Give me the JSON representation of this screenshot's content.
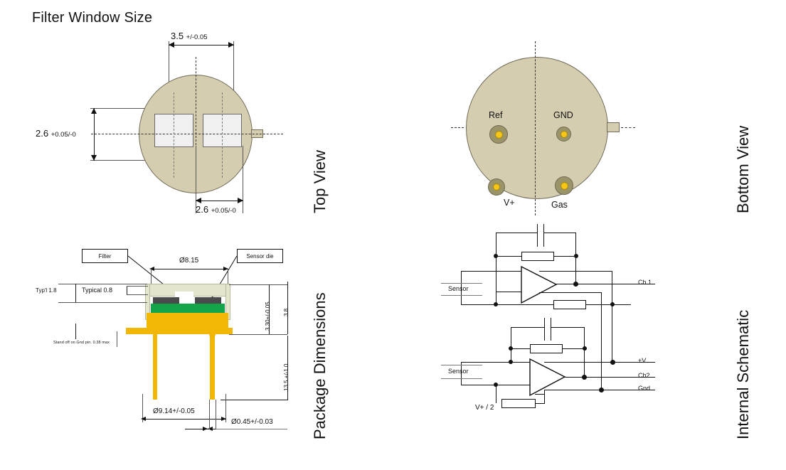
{
  "page": {
    "title": "Filter Window Size"
  },
  "sections": {
    "top_view": {
      "caption": "Top View",
      "dimensions": {
        "width_3_5": {
          "value": "3.5",
          "tolerance": "+/-0.05"
        },
        "height_2_6": {
          "value": "2.6",
          "tolerance": "+0.05/-0"
        },
        "window_2_6": {
          "value": "2.6",
          "tolerance": "+0.05/-0"
        }
      }
    },
    "bottom_view": {
      "caption": "Bottom View",
      "pins": [
        {
          "name": "Ref",
          "position": "top-left"
        },
        {
          "name": "GND",
          "position": "top-right"
        },
        {
          "name": "V+",
          "position": "bottom-left"
        },
        {
          "name": "Gas",
          "position": "bottom-right"
        }
      ]
    },
    "package_dimensions": {
      "caption": "Package Dimensions",
      "callouts": [
        {
          "label": "Filter"
        },
        {
          "label": "Sensor die"
        }
      ],
      "labels": {
        "typ_1_8": "Typ'l 1.8",
        "typical_0_8": "Typical 0.8",
        "standoff": "Stand off on Gnd pin. 0.38 max",
        "cap_dia": "Ø8.15",
        "height_3_30": "3.30+/-0.05",
        "height_3_8": "3.8",
        "lead_length": "13.5 +/-1.0",
        "pcd": "Ø9.14+/-0.05",
        "pin_dia": "Ø0.45+/-0.03"
      }
    },
    "internal_schematic": {
      "caption": "Internal Schematic",
      "labels": {
        "sensor1": "Sensor",
        "sensor2": "Sensor",
        "ch1": "Ch 1",
        "vplus": "+V",
        "ch2": "Ch2",
        "gnd": "Gnd",
        "vhalf": "V+ / 2"
      }
    }
  },
  "colors": {
    "package_body": "#d5cdb0",
    "package_outline": "#6f6a57",
    "window_fill": "#f0f0f0",
    "pin_gold": "#f5c518",
    "pin_ring": "#9a9468",
    "die_dark": "#4a4a4a",
    "substrate_green": "#14a44a",
    "gold_base": "#f2b705",
    "filter_cap": "#e3e6cd",
    "line": "#1a1a1a"
  }
}
